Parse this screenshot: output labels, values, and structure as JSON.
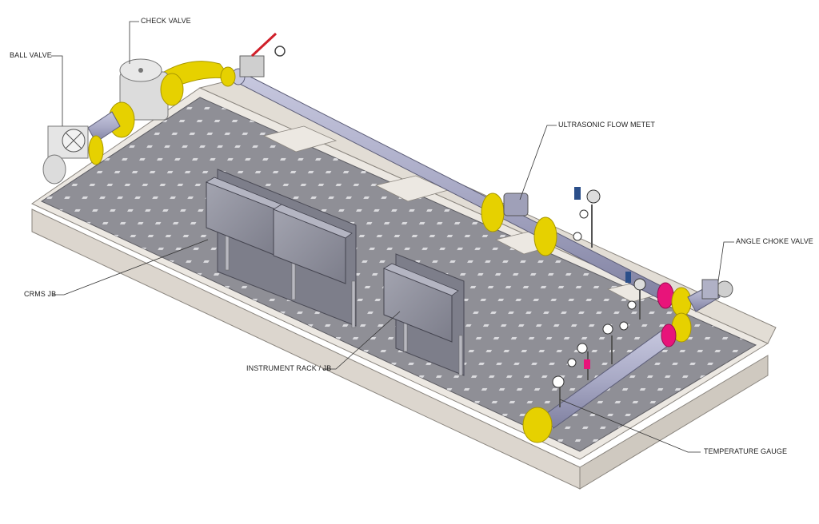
{
  "labels": {
    "ball_valve": "BALL VALVE",
    "check_valve": "CHECK VALVE",
    "ultrasonic_flow_meter": "ULTRASONIC FLOW METET",
    "angle_choke_valve": "ANGLE CHOKE VALVE",
    "crms_jb": "CRMS JB",
    "instrument_rack": "INSTRUMENT RACK / JB",
    "temperature_gauge": "TEMPERATURE GAUGE"
  },
  "colors": {
    "skid_frame": "#e8e3dc",
    "skid_frame_dark": "#b9b2a8",
    "deck": "#8f8f96",
    "deck_slot": "#e9e9ec",
    "pipe": "#a9aac6",
    "pipe_dark": "#7f80a0",
    "flange": "#e6d100",
    "flange_dark": "#a99800",
    "marker_pink": "#e8147a",
    "panel": "#8c8d9a",
    "valve_body": "#dcdcdc",
    "leader_line": "#333333",
    "handle_red": "#d0202a"
  }
}
